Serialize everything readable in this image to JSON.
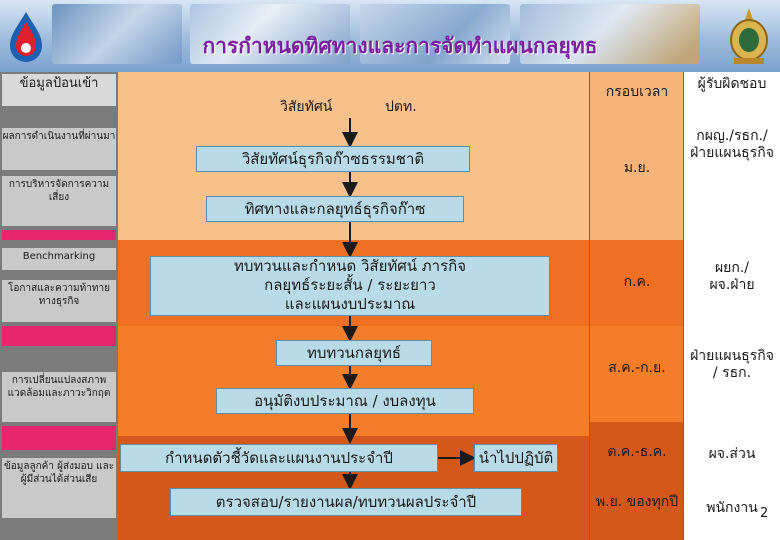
{
  "header": {
    "title": "การกำหนดทิศทางและการจัดทำแผนกลยุทธ"
  },
  "left_column": [
    "ข้อมูลป้อนเข้า",
    "ผลการดำเนินงานที่ผ่านมา",
    "การบริหารจัดการความเสี่ยง",
    "Benchmarking",
    "โอกาสและความท้าทายทางธุรกิจ",
    "การเปลี่ยนแปลงสภาพแวดล้อมและภาวะวิกฤต",
    "ข้อมูลลูกค้า ผู้ส่งมอบ และผู้มีส่วนได้ส่วนเสีย"
  ],
  "timeframe": {
    "header": "กรอบเวลา",
    "rows": [
      "ม.ย.",
      "ก.ค.",
      "ส.ค.-ก.ย.",
      "ต.ค.-ธ.ค.",
      "พ.ย. ของทุกปี"
    ]
  },
  "responsible": {
    "header": "ผู้รับผิดชอบ",
    "rows": [
      "กผญ./รธก./ฝ่ายแผนธุรกิจ",
      "ผยก./ผจ.ฝ่าย",
      "ฝ่ายแผนธุรกิจ / รธก.",
      "ผจ.ส่วน",
      "พนักงาน"
    ]
  },
  "flow": {
    "vision_label": "วิสัยทัศน์",
    "ptt_label": "ปตท.",
    "step1": "วิสัยทัศน์ธุรกิจก๊าซธรรมชาติ",
    "step2": "ทิศทางและกลยุทธ์ธุรกิจก๊าซ",
    "step3_line1": "ทบทวนและกำหนด วิสัยทัศน์ ภารกิจ",
    "step3_line2": "กลยุทธ์ระยะสั้น / ระยะยาว",
    "step3_line3": "และแผนงบประมาณ",
    "step4": "ทบทวนกลยุทธ์",
    "step5": "อนุมัติงบประมาณ / งบลงทุน",
    "step6": "กำหนดตัวชี้วัดและแผนงานประจำปี",
    "step7": "นำไปปฏิบัติ",
    "step8": "ตรวจสอบ/รายงานผล/ทบทวนผลประจำปี"
  },
  "page_number": "2",
  "colors": {
    "title": "#7a1f9e",
    "band_light": "#f8c08b",
    "band_orange": "#ef6f23",
    "band_dark": "#d4581a",
    "box_fill": "#b9dbe8",
    "responsible_col": "#ffffff",
    "timeframe_col": "#f6b37a"
  },
  "icons": [
    "ptt-logo-icon",
    "royal-emblem-icon"
  ]
}
